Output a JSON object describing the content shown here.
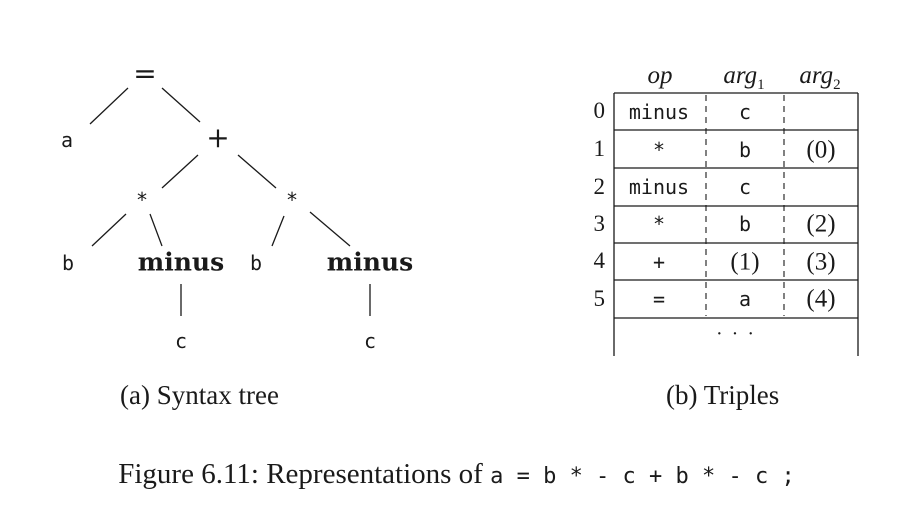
{
  "tree": {
    "root": "=",
    "left_a": "a",
    "plus": "+",
    "star_left": "*",
    "star_right": "*",
    "b_left": "b",
    "minus_left": "minus",
    "b_right": "b",
    "minus_right": "minus",
    "c_left": "c",
    "c_right": "c"
  },
  "caption_a": "(a) Syntax tree",
  "caption_b": "(b) Triples",
  "triples": {
    "header": {
      "op": "op",
      "arg1_base": "arg",
      "arg1_sub": "1",
      "arg2_base": "arg",
      "arg2_sub": "2"
    },
    "rows": [
      {
        "num": "0",
        "op": "minus",
        "arg1": "c",
        "arg2": ""
      },
      {
        "num": "1",
        "op": "*",
        "arg1": "b",
        "arg2": "(0)"
      },
      {
        "num": "2",
        "op": "minus",
        "arg1": "c",
        "arg2": ""
      },
      {
        "num": "3",
        "op": "*",
        "arg1": "b",
        "arg2": "(2)"
      },
      {
        "num": "4",
        "op": "+",
        "arg1": "(1)",
        "arg2": "(3)"
      },
      {
        "num": "5",
        "op": "=",
        "arg1": "a",
        "arg2": "(4)"
      }
    ],
    "ellipsis": "· · ·"
  },
  "figure": {
    "label": "Figure 6.11: Representations of",
    "expr": "a = b * - c + b * - c ;"
  }
}
